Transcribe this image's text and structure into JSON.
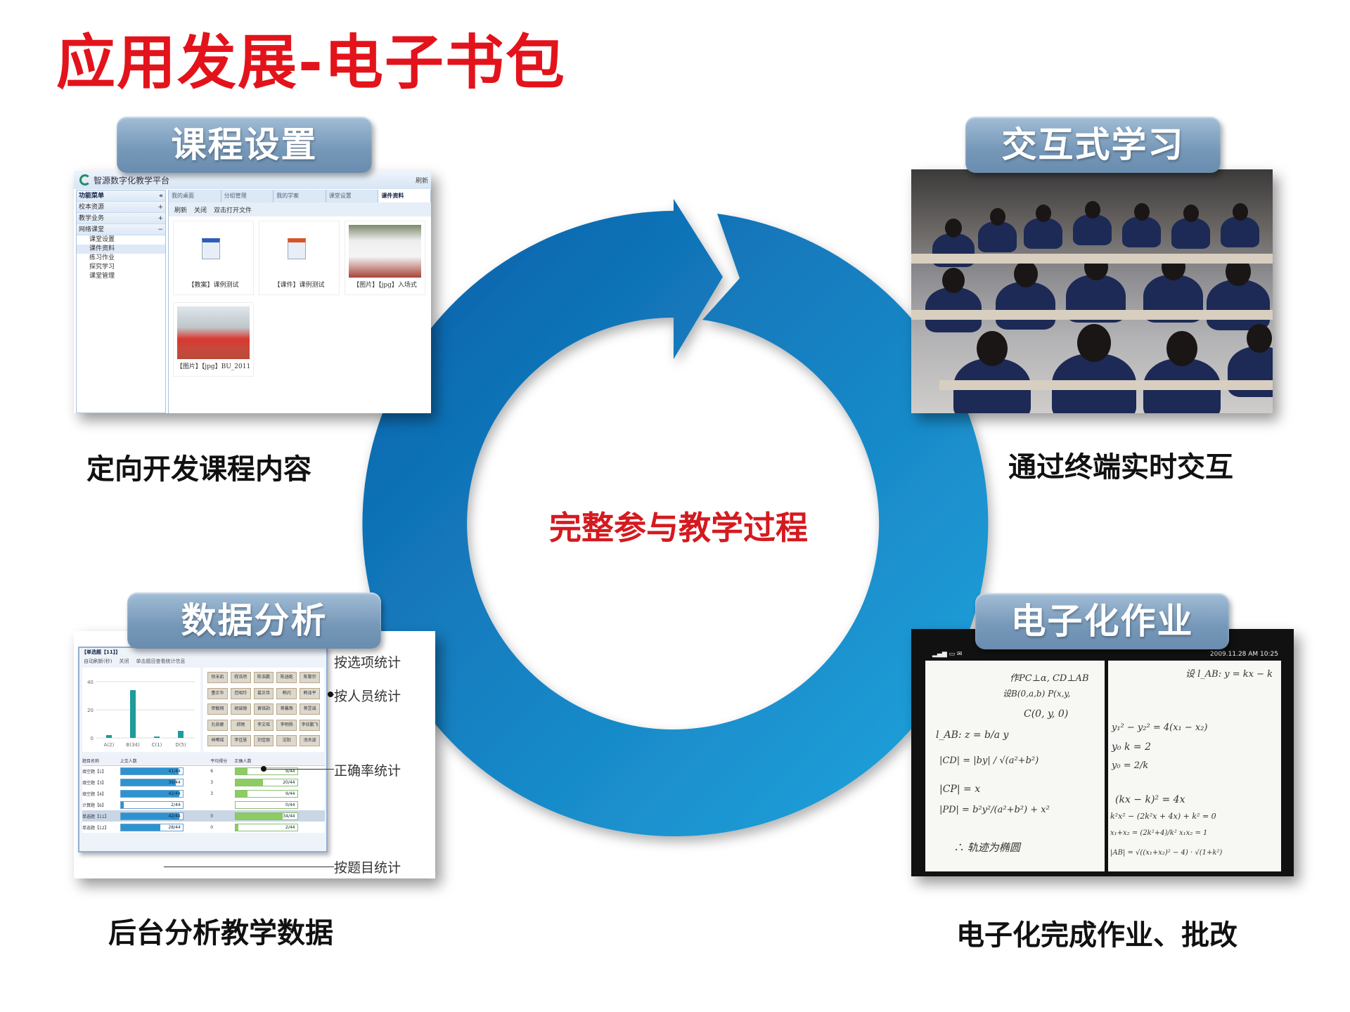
{
  "title": "应用发展-电子书包",
  "center_text": "完整参与教学过程",
  "colors": {
    "title": "#e3131b",
    "ring_dark": "#0a5fa8",
    "ring_light": "#22a6de",
    "label_bg": "#7597b8"
  },
  "sections": {
    "course": {
      "label": "课程设置",
      "caption": "定向开发课程内容"
    },
    "interactive": {
      "label": "交互式学习",
      "caption": "通过终端实时交互"
    },
    "analysis": {
      "label": "数据分析",
      "caption": "后台分析教学数据"
    },
    "homework": {
      "label": "电子化作业",
      "caption": "电子化完成作业、批改"
    }
  },
  "platform": {
    "name": "智源数字化教学平台",
    "refresh": "刷新",
    "sidebar": {
      "menu": "功能菜单",
      "items": [
        "校本资源",
        "教学业务",
        "网络课堂"
      ],
      "tree": [
        "课堂设置",
        "课件资料",
        "练习作业",
        "探究学习",
        "课堂管理"
      ]
    },
    "tabs": [
      "我的桌面",
      "分组管理",
      "我的学案",
      "课堂设置",
      "课件资料"
    ],
    "toolbar": {
      "refresh": "刷新",
      "close": "关闭",
      "hint": "双击打开文件"
    },
    "files": [
      "【教案】课例测试",
      "【课件】课例测试",
      "【图片】【jpg】入场式",
      "【图片】【jpg】BU_2011"
    ]
  },
  "stats": {
    "window_title": "【单选题【11】】",
    "toolbar": {
      "auto_refresh": "自动刷新(秒)",
      "close": "关闭",
      "hint": "单击题目查看统计信息"
    },
    "chart_data": {
      "type": "bar",
      "categories": [
        "A(2)",
        "B(34)",
        "C(1)",
        "D(5)"
      ],
      "values": [
        2,
        34,
        1,
        5
      ],
      "ylim": [
        0,
        40
      ],
      "yticks": [
        0,
        20,
        40
      ]
    },
    "names": [
      "徐未凯",
      "程浩然",
      "陈浩鹏",
      "陈涵乾",
      "陈黎宗",
      "董正华",
      "范昭玲",
      "葛正伟",
      "韩闪",
      "韩泽平",
      "贺敏翔",
      "胡诚德",
      "黄铭勋",
      "蒋馨燕",
      "蒋昱诚",
      "孔依娜",
      "郝雨",
      "李文瑶",
      "李明杨",
      "李炫鹏飞",
      "林晞瑶",
      "李佳慧",
      "刘佳丽",
      "沈阳",
      "汤天波"
    ],
    "table": {
      "headers": [
        "题目名称",
        "上交人数",
        "平均得分",
        "正确人数"
      ],
      "rows": [
        {
          "name": "填空题【1】",
          "submitted": "41/44",
          "submitted_frac": 0.93,
          "avg": "6",
          "correct": "9/44",
          "correct_frac": 0.2
        },
        {
          "name": "填空题【3】",
          "submitted": "39/44",
          "submitted_frac": 0.89,
          "avg": "3",
          "correct": "20/44",
          "correct_frac": 0.45
        },
        {
          "name": "填空题【4】",
          "submitted": "42/44",
          "submitted_frac": 0.95,
          "avg": "3",
          "correct": "9/44",
          "correct_frac": 0.2
        },
        {
          "name": "计算题【6】",
          "submitted": "2/44",
          "submitted_frac": 0.05,
          "avg": "",
          "correct": "0/44",
          "correct_frac": 0
        },
        {
          "name": "单选题【11】",
          "submitted": "42/44",
          "submitted_frac": 0.95,
          "avg": "0",
          "correct": "34/44",
          "correct_frac": 0.77
        },
        {
          "name": "单选题【12】",
          "submitted": "28/44",
          "submitted_frac": 0.64,
          "avg": "0",
          "correct": "2/44",
          "correct_frac": 0.05
        }
      ]
    },
    "callouts": [
      "按选项统计",
      "按人员统计",
      "正确率统计",
      "按题目统计"
    ]
  },
  "tablet": {
    "status_time": "2009.11.28 AM 10:25",
    "left_lines": [
      "作PC⊥α, CD⊥AB",
      "设B(0,a,b) P(x,y,",
      "l_AB: z = b/a y",
      "C(0, y, 0)",
      "|CD| = |by| / √(a²+b²)",
      "|CP| = x",
      "|PD| = b²y²/(a²+b²) + x²",
      "∴ 轨迹为椭圆"
    ],
    "right_lines": [
      "设 l_AB: y = kx − k",
      "y₁² − y₂² = 4(x₁ − x₂)",
      "y₀ k = 2",
      "y₀ = 2/k",
      "(kx − k)² = 4x",
      "k²x² − (2k²x + 4x) + k² = 0",
      "x₁+x₂ = (2k²+4)/k²   x₁x₂ = 1",
      "|AB| = √((x₁+x₂)² − 4) · √(1+k²)"
    ]
  }
}
